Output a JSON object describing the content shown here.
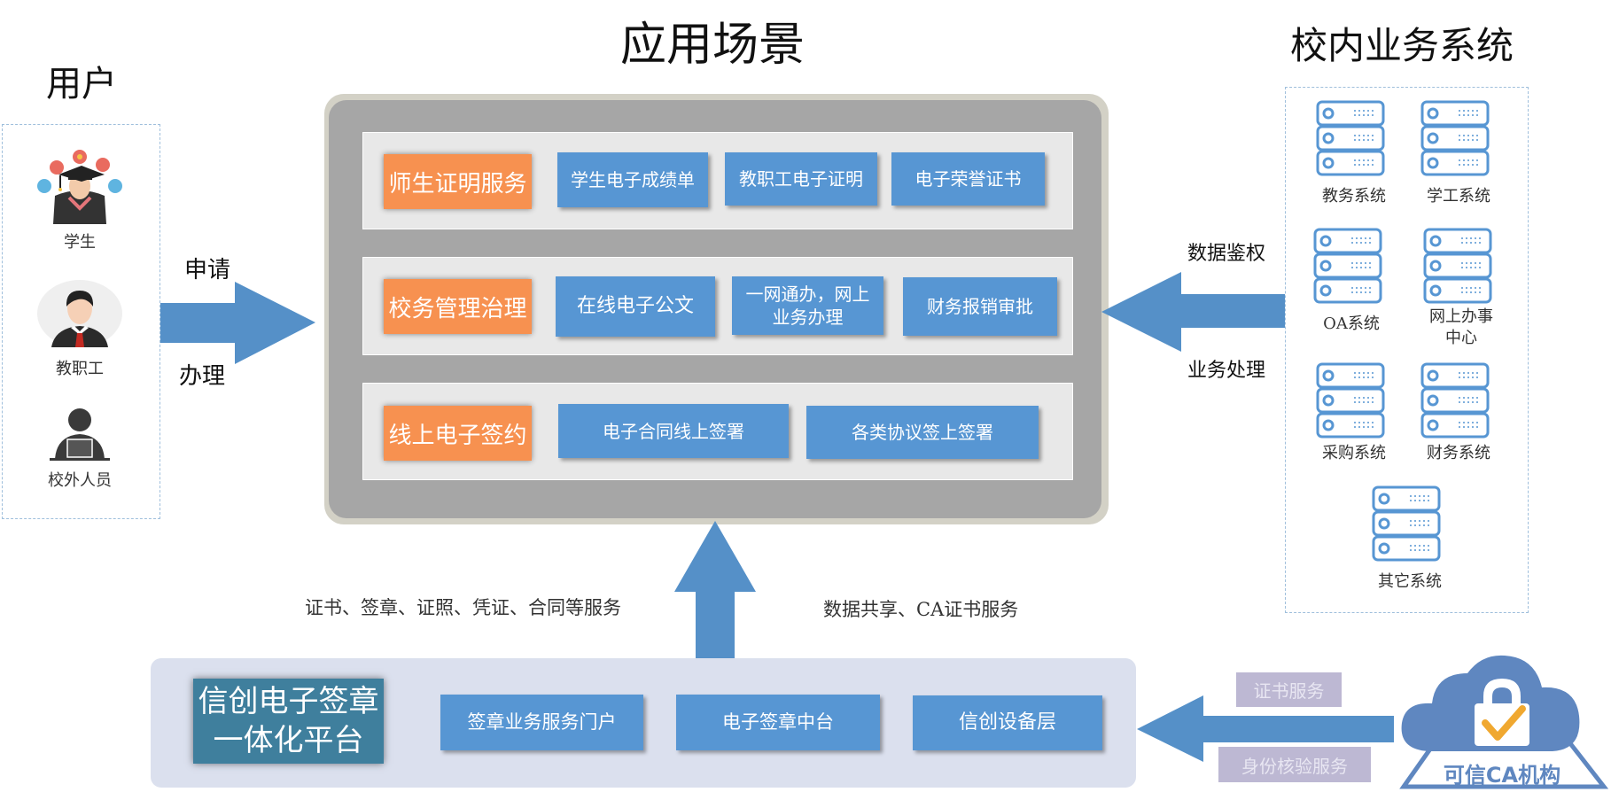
{
  "titles": {
    "scene": "应用场景",
    "users": "用户",
    "systems": "校内业务系统"
  },
  "users": [
    {
      "label": "学生",
      "icon": "student-graduate-icon"
    },
    {
      "label": "教职工",
      "icon": "staff-avatar-icon"
    },
    {
      "label": "校外人员",
      "icon": "external-person-icon"
    }
  ],
  "user_arrow": {
    "top_label": "申请",
    "bottom_label": "办理"
  },
  "scenes": [
    {
      "category": "师生证明服务",
      "items": [
        "学生电子成绩单",
        "教职工电子证明",
        "电子荣誉证书"
      ]
    },
    {
      "category": "校务管理治理",
      "items": [
        "在线电子公文",
        "一网通办，网上\n业务办理",
        "财务报销审批"
      ]
    },
    {
      "category": "线上电子签约",
      "items": [
        "电子合同线上签署",
        "各类协议签上签署"
      ]
    }
  ],
  "system_arrow": {
    "top_label": "数据鉴权",
    "bottom_label": "业务处理"
  },
  "systems": [
    {
      "label": "教务系统"
    },
    {
      "label": "学工系统"
    },
    {
      "label": "OA系统"
    },
    {
      "label": "网上办事\n中心"
    },
    {
      "label": "采购系统"
    },
    {
      "label": "财务系统"
    },
    {
      "label": "其它系统"
    }
  ],
  "platform_arrow": {
    "left_label": "证书、签章、证照、凭证、合同等服务",
    "right_label": "数据共享、CA证书服务"
  },
  "platform": {
    "title_line1": "信创电子签章",
    "title_line2": "一体化平台",
    "modules": [
      "签章业务服务门户",
      "电子签章中台",
      "信创设备层"
    ]
  },
  "ca_arrow": {
    "top_label": "证书服务",
    "bottom_label": "身份核验服务"
  },
  "ca": {
    "label": "可信CA机构",
    "icon": "cloud-lock-check-icon"
  },
  "colors": {
    "orange": "#f79150",
    "blue": "#5796d3",
    "arrow": "#5590c8",
    "gray_panel": "#a6a6a6",
    "teal": "#3f7f9d",
    "platform_bg": "#dbe0ee",
    "cloud": "#5f87c0",
    "check": "#f0a830"
  }
}
